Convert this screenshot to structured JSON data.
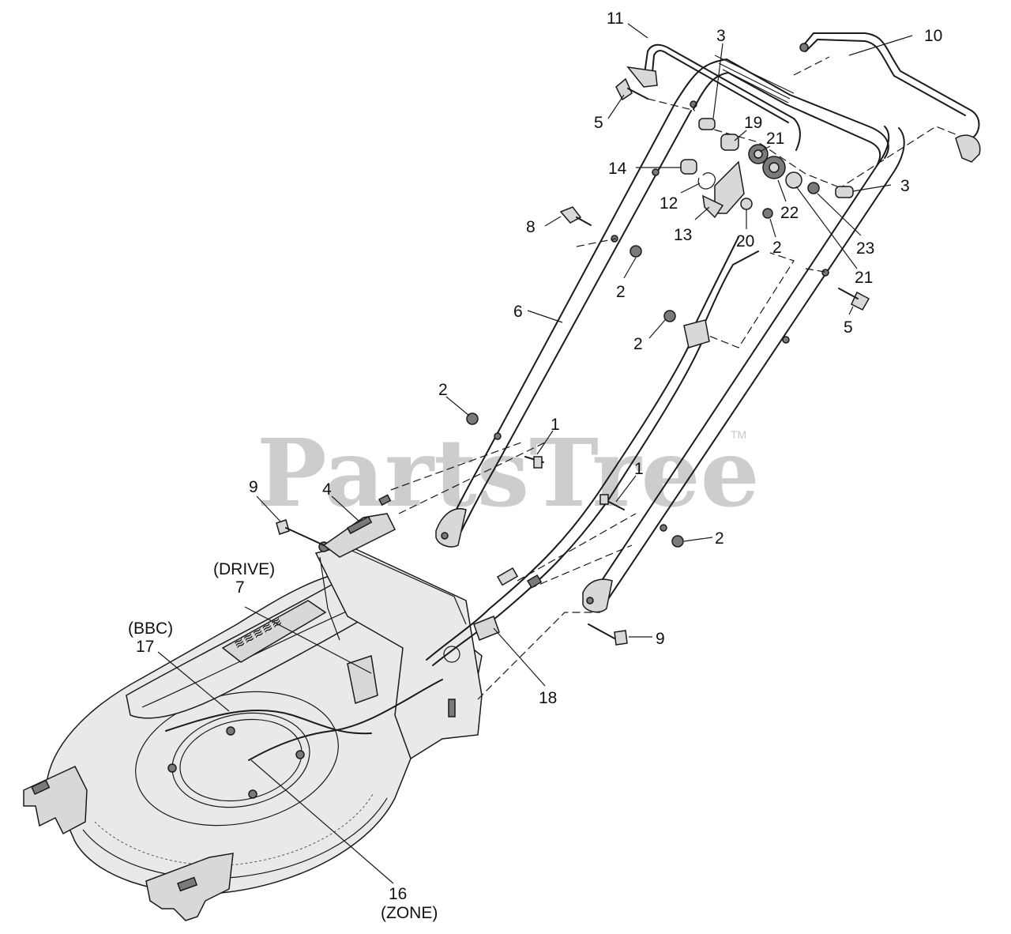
{
  "watermark": {
    "brand": "PartsTree",
    "trademark": "TM"
  },
  "callouts": [
    {
      "id": "c11a",
      "text": "11"
    },
    {
      "id": "c10",
      "text": "10"
    },
    {
      "id": "c3a",
      "text": "3"
    },
    {
      "id": "c5a",
      "text": "5"
    },
    {
      "id": "c19",
      "text": "19"
    },
    {
      "id": "c21a",
      "text": "21"
    },
    {
      "id": "c14",
      "text": "14"
    },
    {
      "id": "c3b",
      "text": "3"
    },
    {
      "id": "c12",
      "text": "12"
    },
    {
      "id": "c22",
      "text": "22"
    },
    {
      "id": "c13",
      "text": "13"
    },
    {
      "id": "c8",
      "text": "8"
    },
    {
      "id": "c20",
      "text": "20"
    },
    {
      "id": "c2a",
      "text": "2"
    },
    {
      "id": "c23",
      "text": "23"
    },
    {
      "id": "c2b",
      "text": "2"
    },
    {
      "id": "c21b",
      "text": "21"
    },
    {
      "id": "c6",
      "text": "6"
    },
    {
      "id": "c5b",
      "text": "5"
    },
    {
      "id": "c2c",
      "text": "2"
    },
    {
      "id": "c2d",
      "text": "2"
    },
    {
      "id": "c1a",
      "text": "1"
    },
    {
      "id": "c1b",
      "text": "1"
    },
    {
      "id": "c9a",
      "text": "9"
    },
    {
      "id": "c4",
      "text": "4"
    },
    {
      "id": "c2e",
      "text": "2"
    },
    {
      "id": "c7note",
      "text": "(DRIVE)"
    },
    {
      "id": "c7",
      "text": "7"
    },
    {
      "id": "c17note",
      "text": "(BBC)"
    },
    {
      "id": "c17",
      "text": "17"
    },
    {
      "id": "c9b",
      "text": "9"
    },
    {
      "id": "c18",
      "text": "18"
    },
    {
      "id": "c16",
      "text": "16"
    },
    {
      "id": "c16note",
      "text": "(ZONE)"
    }
  ]
}
